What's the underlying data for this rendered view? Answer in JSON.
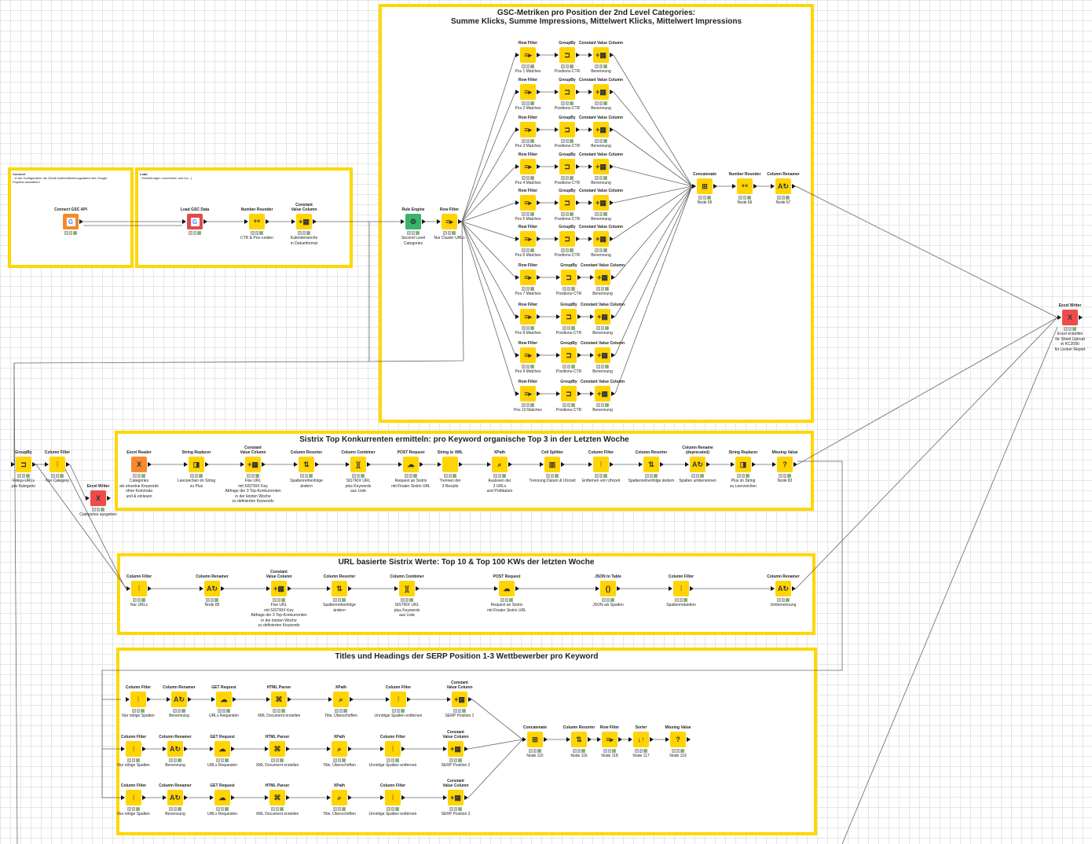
{
  "colors": {
    "annotation_border": "#FFD700",
    "node_manipulator": "#FFD400",
    "node_source": "#F58A2C",
    "node_sink": "#F04B4B",
    "node_other": "#3BB36B",
    "edge": "#666666"
  },
  "annotations": [
    {
      "id": "a_connect",
      "title": "",
      "small_title": "Connect",
      "small_text": "- In der Konfiguration die OAuth Authentifizierungsdaten des Google\nProjekts auswählen"
    },
    {
      "id": "a_load",
      "title": "",
      "small_title": "Load",
      "small_text": "- Einstellungen vornehmen und los :-)"
    },
    {
      "id": "a_gsc",
      "title": "GSC-Metriken pro Position der 2nd Level Categories:\nSumme Klicks, Summe Impressions, Mittelwert Klicks, Mittelwert Impressions",
      "small_title": "",
      "small_text": ""
    },
    {
      "id": "a_sistrix",
      "title": "Sistrix Top Konkurrenten ermitteln: pro Keyword organische Top 3 in der Letzten Woche",
      "small_title": "",
      "small_text": ""
    },
    {
      "id": "a_url",
      "title": "URL basierte Sistrix Werte: Top 10 & Top 100 KWs der letzten Woche",
      "small_title": "",
      "small_text": ""
    },
    {
      "id": "a_titles",
      "title": "Titles und Headings der SERP Position 1-3 Wettbewerber pro Keyword",
      "small_title": "",
      "small_text": ""
    }
  ],
  "nodes": [
    {
      "id": "n1",
      "title": "Connect GSC API",
      "caption": "",
      "kind": "google",
      "icon": "google-icon"
    },
    {
      "id": "n2",
      "title": "Load GSC Data",
      "caption": "",
      "kind": "googlered",
      "icon": "google-icon"
    },
    {
      "id": "n3",
      "title": "Number Rounder",
      "caption": "CTR & Pos runden",
      "kind": "manip",
      "icon": "number-rounder-icon"
    },
    {
      "id": "n4",
      "title": "Constant\nValue Column",
      "caption": "Kalenderwoche\nin Datumformat",
      "kind": "manip",
      "icon": "constant-column-icon"
    },
    {
      "id": "n5",
      "title": "Rule Engine",
      "caption": "Second Level\nCategories",
      "kind": "other",
      "icon": "rule-engine-icon"
    },
    {
      "id": "n6",
      "title": "Row Filter",
      "caption": "Nur Cluster URLs",
      "kind": "manip",
      "icon": "row-filter-icon"
    },
    {
      "id": "r1",
      "title": "Row Filter",
      "caption": "Pos 1 Matches",
      "kind": "manip",
      "icon": "row-filter-icon"
    },
    {
      "id": "g1",
      "title": "GroupBy",
      "caption": "Positions-CTR",
      "kind": "manip",
      "icon": "groupby-icon"
    },
    {
      "id": "c1",
      "title": "Constant\nValue Column",
      "caption": "Benennung",
      "kind": "manip",
      "icon": "constant-column-icon"
    },
    {
      "id": "r2",
      "title": "Row Filter",
      "caption": "Pos 2 Matches",
      "kind": "manip",
      "icon": "row-filter-icon"
    },
    {
      "id": "g2",
      "title": "GroupBy",
      "caption": "Positions-CTR",
      "kind": "manip",
      "icon": "groupby-icon"
    },
    {
      "id": "c2",
      "title": "Constant\nValue Column",
      "caption": "Benennung",
      "kind": "manip",
      "icon": "constant-column-icon"
    },
    {
      "id": "r3",
      "title": "Row Filter",
      "caption": "Pos 3 Matches",
      "kind": "manip",
      "icon": "row-filter-icon"
    },
    {
      "id": "g3",
      "title": "GroupBy",
      "caption": "Positions-CTR",
      "kind": "manip",
      "icon": "groupby-icon"
    },
    {
      "id": "c3",
      "title": "Constant\nValue Column",
      "caption": "Benennung",
      "kind": "manip",
      "icon": "constant-column-icon"
    },
    {
      "id": "r4",
      "title": "Row Filter",
      "caption": "Pos  4  Matches",
      "kind": "manip",
      "icon": "row-filter-icon"
    },
    {
      "id": "g4",
      "title": "GroupBy",
      "caption": "Positions-CTR",
      "kind": "manip",
      "icon": "groupby-icon"
    },
    {
      "id": "c4",
      "title": "Constant\nValue Column",
      "caption": "Benennung",
      "kind": "manip",
      "icon": "constant-column-icon"
    },
    {
      "id": "r5",
      "title": "Row Filter",
      "caption": "Pos 5 Matches",
      "kind": "manip",
      "icon": "row-filter-icon"
    },
    {
      "id": "g5",
      "title": "GroupBy",
      "caption": "Positions-CTR",
      "kind": "manip",
      "icon": "groupby-icon"
    },
    {
      "id": "c5",
      "title": "Constant\nValue Column",
      "caption": "Benennung",
      "kind": "manip",
      "icon": "constant-column-icon"
    },
    {
      "id": "r6",
      "title": "Row Filter",
      "caption": "Pos 6 Matches",
      "kind": "manip",
      "icon": "row-filter-icon"
    },
    {
      "id": "g6",
      "title": "GroupBy",
      "caption": "Positions-CTR",
      "kind": "manip",
      "icon": "groupby-icon"
    },
    {
      "id": "c6",
      "title": "Constant\nValue Column",
      "caption": "Benennung",
      "kind": "manip",
      "icon": "constant-column-icon"
    },
    {
      "id": "r7",
      "title": "Row Filter",
      "caption": "Pos 7 Matches",
      "kind": "manip",
      "icon": "row-filter-icon"
    },
    {
      "id": "g7",
      "title": "GroupBy",
      "caption": "Positions-CTR",
      "kind": "manip",
      "icon": "groupby-icon"
    },
    {
      "id": "c7",
      "title": "Constant\nValue Column",
      "caption": "Benennung",
      "kind": "manip",
      "icon": "constant-column-icon"
    },
    {
      "id": "r8",
      "title": "Row Filter",
      "caption": "Pos 8 Matches",
      "kind": "manip",
      "icon": "row-filter-icon"
    },
    {
      "id": "g8",
      "title": "GroupBy",
      "caption": "Positions-CTR",
      "kind": "manip",
      "icon": "groupby-icon"
    },
    {
      "id": "c8",
      "title": "Constant\nValue Column",
      "caption": "Benennung",
      "kind": "manip",
      "icon": "constant-column-icon"
    },
    {
      "id": "r9",
      "title": "Row Filter",
      "caption": "Pos 9 Matches",
      "kind": "manip",
      "icon": "row-filter-icon"
    },
    {
      "id": "g9",
      "title": "GroupBy",
      "caption": "Positions-CTR",
      "kind": "manip",
      "icon": "groupby-icon"
    },
    {
      "id": "c9",
      "title": "Constant\nValue Column",
      "caption": "Benennung",
      "kind": "manip",
      "icon": "constant-column-icon"
    },
    {
      "id": "r10",
      "title": "Row Filter",
      "caption": "Pos 10 Matches",
      "kind": "manip",
      "icon": "row-filter-icon"
    },
    {
      "id": "g10",
      "title": "GroupBy",
      "caption": "Positions-CTR",
      "kind": "manip",
      "icon": "groupby-icon"
    },
    {
      "id": "c10",
      "title": "Constant\nValue Column",
      "caption": "Benennung",
      "kind": "manip",
      "icon": "constant-column-icon"
    },
    {
      "id": "cc65",
      "title": "Concatenate",
      "caption": "Node 65",
      "kind": "manip",
      "icon": "concatenate-icon"
    },
    {
      "id": "nr66",
      "title": "Number Rounder",
      "caption": "Node 66",
      "kind": "manip",
      "icon": "number-rounder-icon"
    },
    {
      "id": "cr67",
      "title": "Column Renamer",
      "caption": "Node 67",
      "kind": "manip",
      "icon": "column-renamer-icon"
    },
    {
      "id": "xw",
      "title": "Excel Writer",
      "caption": "Excel erstellen\nfür Sheet Upload\nin KC2090\nfür Looker Report",
      "kind": "sink",
      "icon": "excel-writer-icon"
    },
    {
      "id": "lg",
      "title": "GroupBy",
      "caption": "Fokus-URLs\npro Kategorie",
      "kind": "manip",
      "icon": "groupby-icon"
    },
    {
      "id": "lcf",
      "title": "Column Filter",
      "caption": "Nur Category",
      "kind": "manip",
      "icon": "column-filter-icon"
    },
    {
      "id": "lxw",
      "title": "Excel Writer",
      "caption": "Categories ausgeben",
      "kind": "sink",
      "icon": "excel-writer-icon"
    },
    {
      "id": "s1",
      "title": "Excel Reader",
      "caption": "Categories\nals einzelne Keywords\nohne Kommata\nund & einlesen",
      "kind": "source",
      "icon": "excel-reader-icon"
    },
    {
      "id": "s2",
      "title": "String Replacer",
      "caption": "Leerzeichen im String\nzu Plus",
      "kind": "manip",
      "icon": "string-replacer-icon"
    },
    {
      "id": "s3",
      "title": "Constant\nValue Column",
      "caption": "Fixe URL\nmit SISTRIX Key\nAbfrage der 3 Top-Konkurrenten\nin der letzten Woche\nzu definierten Keywords",
      "kind": "manip",
      "icon": "constant-column-icon"
    },
    {
      "id": "s4",
      "title": "Column Resorter",
      "caption": "Spaltenreihenfolge\nändern",
      "kind": "manip",
      "icon": "column-resorter-icon"
    },
    {
      "id": "s5",
      "title": "Column Combiner",
      "caption": "SISTRIX URL\nplus Keywords\naus Liste",
      "kind": "manip",
      "icon": "column-combiner-icon"
    },
    {
      "id": "s6",
      "title": "POST Request",
      "caption": "Request an Sistrix\nmit Finaler Sistrix URL",
      "kind": "manip",
      "icon": "post-request-icon"
    },
    {
      "id": "s7",
      "title": "String to XML",
      "caption": "Trennen der\n3 Results",
      "kind": "manip",
      "icon": "string-to-xml-icon"
    },
    {
      "id": "s8",
      "title": "XPath",
      "caption": "Auslesen der\n3 URLs\nund Prüfdatum",
      "kind": "manip",
      "icon": "xpath-icon"
    },
    {
      "id": "s9",
      "title": "Cell Splitter",
      "caption": "Trennung Datum & Uhrzeit",
      "kind": "manip",
      "icon": "cell-splitter-icon"
    },
    {
      "id": "s10",
      "title": "Column Filter",
      "caption": "Entfernen von Uhrzeit",
      "kind": "manip",
      "icon": "column-filter-icon"
    },
    {
      "id": "s11",
      "title": "Column Resorter",
      "caption": "Spaltenreihenfolge ändern",
      "kind": "manip",
      "icon": "column-resorter-icon"
    },
    {
      "id": "s12",
      "title": "Column Rename\n(deprecated)",
      "caption": "Spalten umbenennen",
      "kind": "manip",
      "icon": "column-renamer-icon"
    },
    {
      "id": "s13",
      "title": "String Replacer",
      "caption": "Plus im String\nzu Leerzeichen",
      "kind": "manip",
      "icon": "string-replacer-icon"
    },
    {
      "id": "s14",
      "title": "Missing Value",
      "caption": "Node 82",
      "kind": "manip",
      "icon": "missing-value-icon"
    },
    {
      "id": "u1",
      "title": "Column Filter",
      "caption": "Nur  URLs",
      "kind": "manip",
      "icon": "column-filter-icon"
    },
    {
      "id": "u2",
      "title": "Column Renamer",
      "caption": "Node 85",
      "kind": "manip",
      "icon": "column-renamer-icon"
    },
    {
      "id": "u3",
      "title": "Constant\nValue Column",
      "caption": "Fixe URL\nmit SISTRIX Key\nAbfrage der 3 Top-Konkurrenten\nin der letzten Woche\nzu definierten Keywords",
      "kind": "manip",
      "icon": "constant-column-icon"
    },
    {
      "id": "u4",
      "title": "Column Resorter",
      "caption": "Spaltenreihenfolge\nändern",
      "kind": "manip",
      "icon": "column-resorter-icon"
    },
    {
      "id": "u5",
      "title": "Column Combiner",
      "caption": "SISTRIX URL\nplus Keywords\naus Liste",
      "kind": "manip",
      "icon": "column-combiner-icon"
    },
    {
      "id": "u6",
      "title": "POST Request",
      "caption": "Request an Sistrix\nmit Finaler Sistrix URL",
      "kind": "manip",
      "icon": "post-request-icon"
    },
    {
      "id": "u7",
      "title": "JSON to Table",
      "caption": "JSON als Spalten",
      "kind": "manip",
      "icon": "json-to-table-icon"
    },
    {
      "id": "u8",
      "title": "Column Filter",
      "caption": "Spaltenreduktion",
      "kind": "manip",
      "icon": "column-filter-icon"
    },
    {
      "id": "u9",
      "title": "Column Renamer",
      "caption": "Umbenennung",
      "kind": "manip",
      "icon": "column-renamer-icon"
    },
    {
      "id": "t1a",
      "title": "Column Filter",
      "caption": "Nur nötige Spalten",
      "kind": "manip",
      "icon": "column-filter-icon"
    },
    {
      "id": "t1b",
      "title": "Column Renamer",
      "caption": "Benennung",
      "kind": "manip",
      "icon": "column-renamer-icon"
    },
    {
      "id": "t1c",
      "title": "GET Request",
      "caption": "URLs Requesten",
      "kind": "manip",
      "icon": "get-request-icon"
    },
    {
      "id": "t1d",
      "title": "HTML Parser",
      "caption": "XML Document   erstellen",
      "kind": "manip",
      "icon": "html-parser-icon"
    },
    {
      "id": "t1e",
      "title": "XPath",
      "caption": "Title, Überschriften",
      "kind": "manip",
      "icon": "xpath-icon"
    },
    {
      "id": "t1f",
      "title": "Column Filter",
      "caption": "Unnötige Spalten entfernen",
      "kind": "manip",
      "icon": "column-filter-icon"
    },
    {
      "id": "t1g",
      "title": "Constant\nValue Column",
      "caption": "SERP Position 1",
      "kind": "manip",
      "icon": "constant-column-icon"
    },
    {
      "id": "t2a",
      "title": "Column Filter",
      "caption": "Nur nötige Spalten",
      "kind": "manip",
      "icon": "column-filter-icon"
    },
    {
      "id": "t2b",
      "title": "Column Renamer",
      "caption": "Benennung",
      "kind": "manip",
      "icon": "column-renamer-icon"
    },
    {
      "id": "t2c",
      "title": "GET Request",
      "caption": "URLs Requesten",
      "kind": "manip",
      "icon": "get-request-icon"
    },
    {
      "id": "t2d",
      "title": "HTML Parser",
      "caption": "XML Document   erstellen",
      "kind": "manip",
      "icon": "html-parser-icon"
    },
    {
      "id": "t2e",
      "title": "XPath",
      "caption": "Title, Überschriften",
      "kind": "manip",
      "icon": "xpath-icon"
    },
    {
      "id": "t2f",
      "title": "Column Filter",
      "caption": "Unnötige Spalten entfernen",
      "kind": "manip",
      "icon": "column-filter-icon"
    },
    {
      "id": "t2g",
      "title": "Constant\nValue Column",
      "caption": "SERP Position 2",
      "kind": "manip",
      "icon": "constant-column-icon"
    },
    {
      "id": "t3a",
      "title": "Column Filter",
      "caption": "Nur nötige Spalten",
      "kind": "manip",
      "icon": "column-filter-icon"
    },
    {
      "id": "t3b",
      "title": "Column Renamer",
      "caption": "Benennung",
      "kind": "manip",
      "icon": "column-renamer-icon"
    },
    {
      "id": "t3c",
      "title": "GET Request",
      "caption": "URLs Requesten",
      "kind": "manip",
      "icon": "get-request-icon"
    },
    {
      "id": "t3d",
      "title": "HTML Parser",
      "caption": "XML Document   erstellen",
      "kind": "manip",
      "icon": "html-parser-icon"
    },
    {
      "id": "t3e",
      "title": "XPath",
      "caption": "Title, Überschriften",
      "kind": "manip",
      "icon": "xpath-icon"
    },
    {
      "id": "t3f",
      "title": "Column Filter",
      "caption": "Unnötige Spalten entfernen",
      "kind": "manip",
      "icon": "column-filter-icon"
    },
    {
      "id": "t3g",
      "title": "Constant\nValue Column",
      "caption": "SERP Position 3",
      "kind": "manip",
      "icon": "constant-column-icon"
    },
    {
      "id": "tc",
      "title": "Concatenate",
      "caption": "Node 115",
      "kind": "manip",
      "icon": "concatenate-icon"
    },
    {
      "id": "tr",
      "title": "Column Resorter",
      "caption": "Node 116",
      "kind": "manip",
      "icon": "column-resorter-icon"
    },
    {
      "id": "trf",
      "title": "Row Filter",
      "caption": "Node 118",
      "kind": "manip",
      "icon": "row-filter-icon"
    },
    {
      "id": "ts",
      "title": "Sorter",
      "caption": "Node 117",
      "kind": "manip",
      "icon": "sorter-icon"
    },
    {
      "id": "tm",
      "title": "Missing Value",
      "caption": "Node 119",
      "kind": "manip",
      "icon": "missing-value-icon"
    }
  ],
  "edges": [
    [
      "n1",
      "n2"
    ],
    [
      "n2",
      "n3"
    ],
    [
      "n3",
      "n4"
    ],
    [
      "n4",
      "n5"
    ],
    [
      "n5",
      "n6"
    ],
    [
      "n6",
      "r1"
    ],
    [
      "n6",
      "r2"
    ],
    [
      "n6",
      "r3"
    ],
    [
      "n6",
      "r4"
    ],
    [
      "n6",
      "r5"
    ],
    [
      "n6",
      "r6"
    ],
    [
      "n6",
      "r7"
    ],
    [
      "n6",
      "r8"
    ],
    [
      "n6",
      "r9"
    ],
    [
      "n6",
      "r10"
    ],
    [
      "r1",
      "g1"
    ],
    [
      "g1",
      "c1"
    ],
    [
      "r2",
      "g2"
    ],
    [
      "g2",
      "c2"
    ],
    [
      "r3",
      "g3"
    ],
    [
      "g3",
      "c3"
    ],
    [
      "r4",
      "g4"
    ],
    [
      "g4",
      "c4"
    ],
    [
      "r5",
      "g5"
    ],
    [
      "g5",
      "c5"
    ],
    [
      "r6",
      "g6"
    ],
    [
      "g6",
      "c6"
    ],
    [
      "r7",
      "g7"
    ],
    [
      "g7",
      "c7"
    ],
    [
      "r8",
      "g8"
    ],
    [
      "g8",
      "c8"
    ],
    [
      "r9",
      "g9"
    ],
    [
      "g9",
      "c9"
    ],
    [
      "r10",
      "g10"
    ],
    [
      "g10",
      "c10"
    ],
    [
      "c1",
      "cc65"
    ],
    [
      "c2",
      "cc65"
    ],
    [
      "c3",
      "cc65"
    ],
    [
      "c4",
      "cc65"
    ],
    [
      "c5",
      "cc65"
    ],
    [
      "c6",
      "cc65"
    ],
    [
      "c7",
      "cc65"
    ],
    [
      "c8",
      "cc65"
    ],
    [
      "c9",
      "cc65"
    ],
    [
      "c10",
      "cc65"
    ],
    [
      "cc65",
      "nr66"
    ],
    [
      "nr66",
      "cr67"
    ],
    [
      "cr67",
      "xw"
    ],
    [
      "lg",
      "lcf"
    ],
    [
      "lcf",
      "lxw"
    ],
    [
      "lg",
      "u1"
    ],
    [
      "s1",
      "s2"
    ],
    [
      "s2",
      "s3"
    ],
    [
      "s3",
      "s4"
    ],
    [
      "s4",
      "s5"
    ],
    [
      "s5",
      "s6"
    ],
    [
      "s6",
      "s7"
    ],
    [
      "s7",
      "s8"
    ],
    [
      "s8",
      "s9"
    ],
    [
      "s9",
      "s10"
    ],
    [
      "s10",
      "s11"
    ],
    [
      "s11",
      "s12"
    ],
    [
      "s12",
      "s13"
    ],
    [
      "s13",
      "s14"
    ],
    [
      "s14",
      "xw"
    ],
    [
      "u1",
      "u2"
    ],
    [
      "u2",
      "u3"
    ],
    [
      "u3",
      "u4"
    ],
    [
      "u4",
      "u5"
    ],
    [
      "u5",
      "u6"
    ],
    [
      "u6",
      "u7"
    ],
    [
      "u7",
      "u8"
    ],
    [
      "u8",
      "u9"
    ],
    [
      "u9",
      "xw"
    ],
    [
      "t1a",
      "t1b"
    ],
    [
      "t1b",
      "t1c"
    ],
    [
      "t1c",
      "t1d"
    ],
    [
      "t1d",
      "t1e"
    ],
    [
      "t1e",
      "t1f"
    ],
    [
      "t1f",
      "t1g"
    ],
    [
      "t1g",
      "tc"
    ],
    [
      "t2a",
      "t2b"
    ],
    [
      "t2b",
      "t2c"
    ],
    [
      "t2c",
      "t2d"
    ],
    [
      "t2d",
      "t2e"
    ],
    [
      "t2e",
      "t2f"
    ],
    [
      "t2f",
      "t2g"
    ],
    [
      "t2g",
      "tc"
    ],
    [
      "t3a",
      "t3b"
    ],
    [
      "t3b",
      "t3c"
    ],
    [
      "t3c",
      "t3d"
    ],
    [
      "t3d",
      "t3e"
    ],
    [
      "t3e",
      "t3f"
    ],
    [
      "t3f",
      "t3g"
    ],
    [
      "t3g",
      "tc"
    ],
    [
      "tc",
      "tr"
    ],
    [
      "tr",
      "trf"
    ],
    [
      "trf",
      "ts"
    ],
    [
      "ts",
      "tm"
    ]
  ]
}
